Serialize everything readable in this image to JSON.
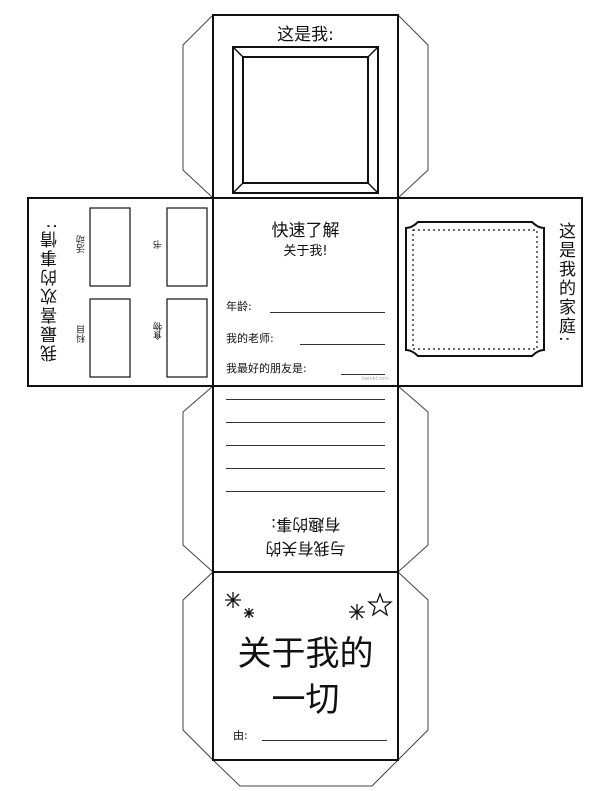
{
  "top_face": {
    "title": "这是我:"
  },
  "center_face": {
    "title": "快速了解",
    "subtitle": "关于我!",
    "fields": [
      {
        "label": "年龄:"
      },
      {
        "label": "我的老师:"
      },
      {
        "label": "我最好的朋友是:"
      }
    ],
    "watermark": "twinkl.com"
  },
  "left_face": {
    "title": "我最喜欢的事情:",
    "boxes": [
      {
        "label": "活动"
      },
      {
        "label": "书"
      },
      {
        "label": "科目"
      },
      {
        "label": "食物"
      }
    ]
  },
  "right_face": {
    "title": "这是我的家庭:"
  },
  "bottom_face": {
    "title_line1": "与我有关的",
    "title_line2": "有趣的事:"
  },
  "cover_face": {
    "title_line1": "关于我的",
    "title_line2": "一切",
    "by_label": "由:"
  }
}
